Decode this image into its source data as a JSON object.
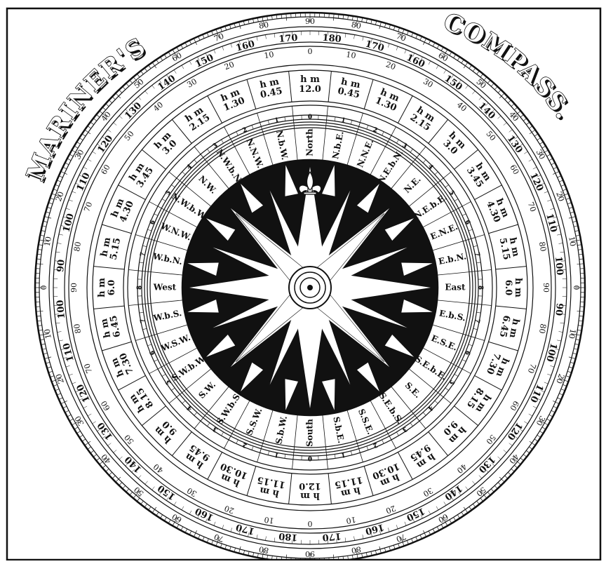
{
  "title": {
    "left_word": "MARINER'S",
    "right_word": "COMPASS."
  },
  "outer_scale_labels": [
    "90",
    "80",
    "70",
    "60",
    "50",
    "40",
    "30",
    "20",
    "10",
    "0",
    "10",
    "20",
    "30",
    "40",
    "50",
    "60",
    "70",
    "80",
    "90",
    "80",
    "70",
    "60",
    "50",
    "40",
    "30",
    "20",
    "10",
    "0",
    "10",
    "20",
    "30",
    "40",
    "50",
    "60",
    "70",
    "80"
  ],
  "second_scale_labels": [
    "180",
    "170",
    "160",
    "150",
    "140",
    "130",
    "120",
    "110",
    "100",
    "90",
    "100",
    "110",
    "120",
    "130",
    "140",
    "150",
    "160",
    "170",
    "180",
    "170",
    "160",
    "150",
    "140",
    "130",
    "120",
    "110",
    "100",
    "90",
    "100",
    "110",
    "120",
    "130",
    "140",
    "150",
    "160",
    "170"
  ],
  "third_scale_labels": [
    "0",
    "10",
    "20",
    "30",
    "40",
    "50",
    "60",
    "70",
    "80",
    "90",
    "80",
    "70",
    "60",
    "50",
    "40",
    "30",
    "20",
    "10",
    "0",
    "10",
    "20",
    "30",
    "40",
    "50",
    "60",
    "70",
    "80",
    "90",
    "80",
    "70",
    "60",
    "50",
    "40",
    "30",
    "20",
    "10"
  ],
  "time_labels": [
    "h m\n12.0",
    "h m\n0.45",
    "h m\n1.30",
    "h m\n2.15",
    "h m\n3.0",
    "h m\n3.45",
    "h m\n4.30",
    "h m\n5.15",
    "h m\n6.0",
    "h m\n6.45",
    "h m\n7.30",
    "h m\n8.15",
    "h m\n9.0",
    "h m\n9.45",
    "h m\n10.30",
    "h m\n11.15",
    "h m\n12.0",
    "h m\n11.15",
    "h m\n10.30",
    "h m\n9.45",
    "h m\n9.0",
    "h m\n8.15",
    "h m\n7.30",
    "h m\n6.45",
    "h m\n6.0",
    "h m\n5.15",
    "h m\n4.30",
    "h m\n3.45",
    "h m\n3.0",
    "h m\n2.15",
    "h m\n1.30",
    "h m\n0.45"
  ],
  "point_index_labels": [
    "0",
    "1",
    "2",
    "3",
    "4",
    "5",
    "6",
    "7",
    "8",
    "7",
    "6",
    "5",
    "4",
    "3",
    "2",
    "1",
    "0",
    "1",
    "2",
    "3",
    "4",
    "5",
    "6",
    "7",
    "8",
    "7",
    "6",
    "5",
    "4",
    "3",
    "2",
    "1"
  ],
  "compass_points": [
    "North",
    "N.b.E.",
    "N.N.E.",
    "N.E.b.N.",
    "N.E.",
    "N.E.b.E.",
    "E.N.E.",
    "E.b.N.",
    "East",
    "E.b.S.",
    "E.S.E.",
    "S.E.b.E.",
    "S.E.",
    "S.E.b.S.",
    "S.S.E.",
    "S.b.E.",
    "South",
    "S.b.W.",
    "S.S.W.",
    "S.W.b.S.",
    "S.W.",
    "S.W.b.W.",
    "W.S.W.",
    "W.b.S.",
    "West",
    "W.b.N.",
    "W.N.W.",
    "N.W.b.W.",
    "N.W.",
    "N.W.b.N.",
    "N.N.W.",
    "N.b.W."
  ],
  "colors": {
    "ink": "#111111",
    "paper": "#ffffff"
  },
  "icons": {
    "north_marker": "fleur-de-lis-icon",
    "center": "compass-pivot-icon"
  }
}
